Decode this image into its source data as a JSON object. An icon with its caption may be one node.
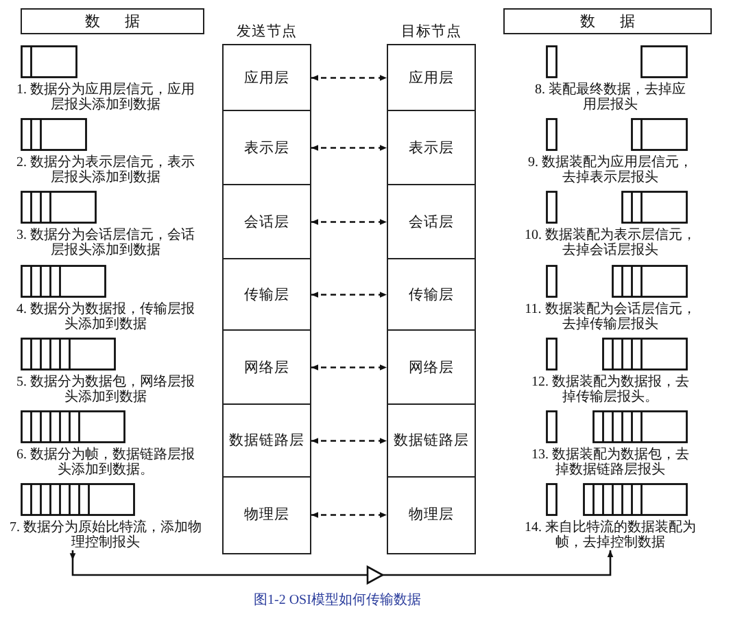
{
  "diagram": {
    "caption": "图1-2 OSI模型如何传输数据",
    "nodes": [
      {
        "text": [
          "数据"
        ]
      },
      {
        "text": [
          "1. 数据分为应用层信元，应用层报头添加到数据"
        ]
      },
      {
        "text": [
          "2. 数据分为表示层信元，表示层报头添加到数据"
        ]
      },
      {
        "text": [
          "3. 数据分为会话层信元，会话层报头添加到数据"
        ]
      },
      {
        "text": [
          "4. 数据分为数据报，传输层报头添加到数据"
        ]
      },
      {
        "text": [
          "5. 数据分为数据包，网络层报头添加到数据"
        ]
      },
      {
        "text": [
          "6. 数据分为帧，数据链路层报头添加到数据。"
        ]
      },
      {
        "text": [
          "7. 数据分为原始比特流，添加物理控制报头"
        ]
      },
      {
        "text": [
          "发送节点"
        ]
      },
      {
        "text": [
          "应用层"
        ],
        "in": 8
      },
      {
        "text": [
          "表示层"
        ],
        "in": 8
      },
      {
        "text": [
          "会话层"
        ],
        "in": 8
      },
      {
        "text": [
          "传输层"
        ],
        "in": 8
      },
      {
        "text": [
          "网络层"
        ],
        "in": 8
      },
      {
        "text": [
          "数据链路层"
        ],
        "in": 8
      },
      {
        "text": [
          "物理层"
        ],
        "in": 8
      },
      {
        "text": [
          "目标节点"
        ]
      },
      {
        "text": [
          "应用层"
        ],
        "in": 16
      },
      {
        "text": [
          "表示层"
        ],
        "in": 16
      },
      {
        "text": [
          "会话层"
        ],
        "in": 16
      },
      {
        "text": [
          "传输层"
        ],
        "in": 16
      },
      {
        "text": [
          "网络层"
        ],
        "in": 16
      },
      {
        "text": [
          "数据链路层"
        ],
        "in": 16
      },
      {
        "text": [
          "物理层"
        ],
        "in": 16
      },
      {
        "text": [
          "数据"
        ]
      },
      {
        "text": [
          "8. 装配最终数据，去掉应用层报头"
        ]
      },
      {
        "text": [
          "9. 数据装配为应用层信元，去掉表示层报头"
        ]
      },
      {
        "text": [
          "10. 数据装配为表示层信元，去掉会话层报头"
        ]
      },
      {
        "text": [
          "11. 数据装配为会话层信元，去掉传输层报头"
        ]
      },
      {
        "text": [
          "12. 数据装配为数据报，去掉传输层报头。"
        ]
      },
      {
        "text": [
          "13. 数据装配为数据包，去掉数据链路层报头"
        ]
      },
      {
        "text": [
          "14. 来自比特流的数据装配为帧，去掉控制数据"
        ]
      }
    ],
    "edges": [
      {
        "from": 9,
        "to": 17,
        "arrow": "both",
        "style": "dashed"
      },
      {
        "from": 10,
        "to": 18,
        "arrow": "both",
        "style": "dashed"
      },
      {
        "from": 11,
        "to": 19,
        "arrow": "both",
        "style": "dashed"
      },
      {
        "from": 12,
        "to": 20,
        "arrow": "both",
        "style": "dashed"
      },
      {
        "from": 13,
        "to": 21,
        "arrow": "both",
        "style": "dashed"
      },
      {
        "from": 14,
        "to": 22,
        "arrow": "both",
        "style": "dashed"
      },
      {
        "from": 15,
        "to": 23,
        "arrow": "both",
        "style": "dashed"
      },
      {
        "from": 7,
        "to": 31,
        "arrow": "to"
      }
    ]
  }
}
